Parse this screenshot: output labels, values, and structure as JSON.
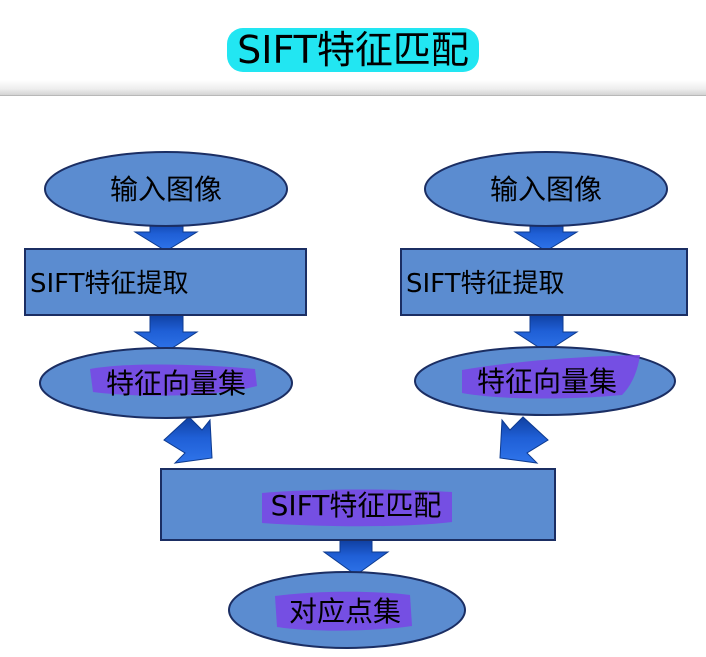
{
  "title": "SIFT特征匹配",
  "colors": {
    "title_highlight": "#22e6f2",
    "shape_fill": "#5b8cd0",
    "shape_stroke": "#1b2e63",
    "arrow_fill": "#1f5fd6",
    "marker_highlight": "#7a44e6"
  },
  "diagram": {
    "left_input": "输入图像",
    "right_input": "输入图像",
    "left_extract": "SIFT特征提取",
    "right_extract": "SIFT特征提取",
    "left_vectors": "特征向量集",
    "right_vectors": "特征向量集",
    "match": "SIFT特征匹配",
    "output": "对应点集"
  }
}
